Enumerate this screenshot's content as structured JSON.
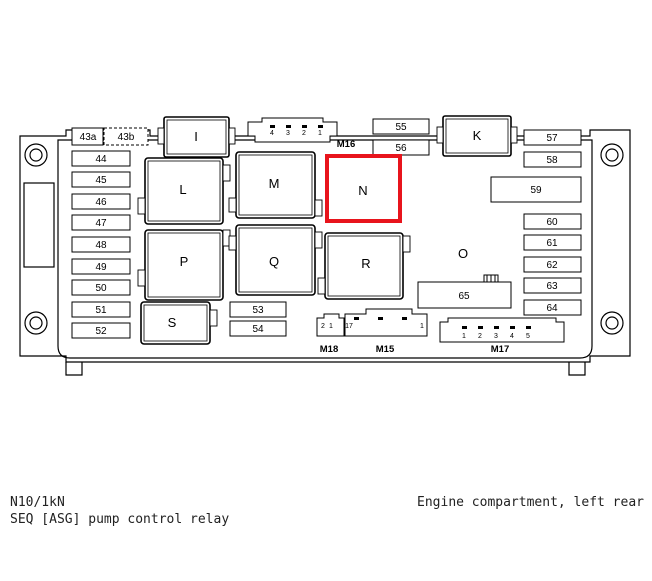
{
  "fuse_labels": [
    "43a",
    "43b",
    "44",
    "45",
    "46",
    "47",
    "48",
    "49",
    "50",
    "51",
    "52",
    "53",
    "54",
    "55",
    "56",
    "57",
    "58",
    "59",
    "60",
    "61",
    "62",
    "63",
    "64",
    "65"
  ],
  "relay_labels": [
    "I",
    "K",
    "L",
    "M",
    "N",
    "O",
    "P",
    "Q",
    "R",
    "S"
  ],
  "connector_labels": [
    "M15",
    "M16",
    "M17",
    "M18"
  ],
  "m16_pins": [
    "4",
    "3",
    "2",
    "1"
  ],
  "m17_pins": [
    "1",
    "2",
    "3",
    "4",
    "5"
  ],
  "m18_pins": [
    "2",
    "1"
  ],
  "m15_pins": [
    "17",
    "1"
  ],
  "highlight_color": "#e8141c",
  "caption": {
    "component_code": "N10/1kN",
    "component_name": "SEQ [ASG] pump control relay",
    "location": "Engine compartment, left rear"
  }
}
